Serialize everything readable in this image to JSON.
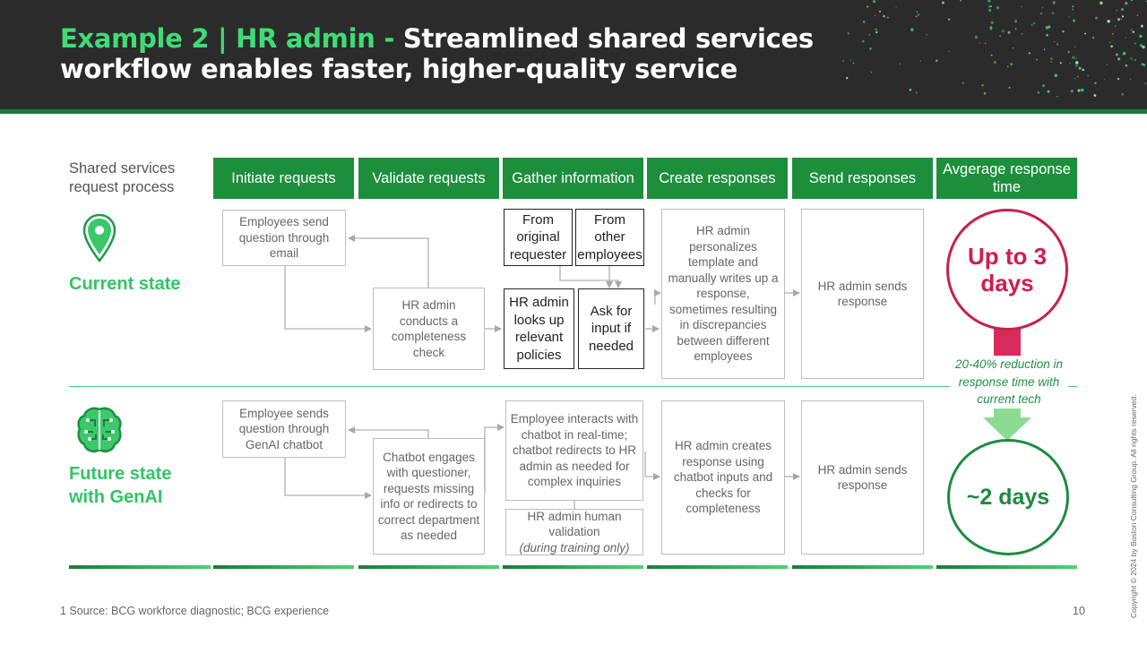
{
  "header": {
    "title_highlight": "Example 2 | HR admin -",
    "title_rest": " Streamlined shared services workflow enables faster, higher-quality service"
  },
  "process_label": "Shared services request process",
  "stages": [
    "Initiate requests",
    "Validate requests",
    "Gather information",
    "Create responses",
    "Send responses",
    "Avgerage response time"
  ],
  "current": {
    "label": "Current state",
    "icon": "location-pin-icon",
    "initiate": "Employees send question through email",
    "validate": "HR admin conducts a completeness check",
    "gather_original": "From original requester",
    "gather_other": "From other employees",
    "gather_policies": "HR admin looks up relevant policies",
    "gather_input": "Ask for input if needed",
    "create": "HR admin personalizes template and manually writes up a response, sometimes resulting in discrepancies between different employees",
    "send": "HR admin sends response",
    "time": "Up to 3 days"
  },
  "future": {
    "label": "Future state with GenAI",
    "icon": "brain-icon",
    "initiate": "Employee sends question through GenAI chatbot",
    "validate": "Chatbot engages with questioner, requests missing info or redirects to correct department as needed",
    "gather_chatbot": "Employee interacts with chatbot in real-time; chatbot redirects to HR admin as needed for complex inquiries",
    "gather_validation": "HR admin human validation",
    "gather_validation_note": "(during training only)",
    "create": "HR admin creates response using chatbot inputs and checks for completeness",
    "send": "HR admin sends response",
    "time": "~2 days"
  },
  "reduction_note": "20-40% reduction in response time with current tech",
  "footer": "1 Source: BCG workforce diagnostic; BCG experience",
  "page_number": "10",
  "copyright": "Copyright © 2024 by Boston Consulting Group. All rights reserved.",
  "colors": {
    "stage_green": "#1d8f3c",
    "accent_green": "#32c465",
    "current_circle": "#c8204b",
    "future_circle": "#1c8d3f",
    "header_bg": "#2b2b2b"
  }
}
